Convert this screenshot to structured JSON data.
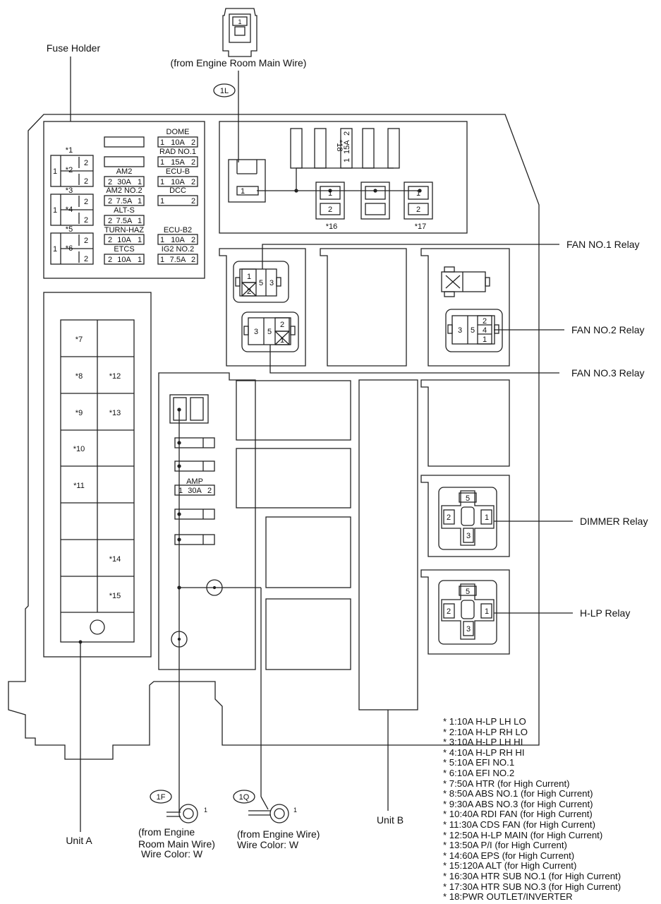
{
  "top_connector": {
    "pin": "1",
    "caption": "(from Engine Room Main Wire)",
    "tag": "1L"
  },
  "labels": {
    "fuse_holder": "Fuse Holder",
    "fan1": "FAN NO.1 Relay",
    "fan2": "FAN NO.2 Relay",
    "fan3": "FAN NO.3 Relay",
    "dimmer": "DIMMER Relay",
    "hlp": "H-LP Relay",
    "unit_a": "Unit A",
    "unit_b": "Unit B"
  },
  "fuse_holder": {
    "group_pins": [
      "1",
      "1",
      "1"
    ],
    "group_rows": [
      {
        "star": "*1",
        "pin": "2"
      },
      {
        "star": "*2",
        "pin": "2"
      },
      {
        "star": "*3",
        "pin": "2"
      },
      {
        "star": "*4",
        "pin": "2"
      },
      {
        "star": "*5",
        "pin": "2"
      },
      {
        "star": "*6",
        "pin": "2"
      }
    ],
    "mid_fuses": [
      {
        "name": "AM2",
        "p1": "2",
        "amp": "30A",
        "p2": "1"
      },
      {
        "name": "AM2 NO.2",
        "p1": "2",
        "amp": "7.5A",
        "p2": "1"
      },
      {
        "name": "ALT-S",
        "p1": "2",
        "amp": "7.5A",
        "p2": "1"
      },
      {
        "name": "TURN-HAZ",
        "p1": "2",
        "amp": "10A",
        "p2": "1"
      },
      {
        "name": "ETCS",
        "p1": "2",
        "amp": "10A",
        "p2": "1"
      }
    ],
    "right_fuses": [
      {
        "name": "DOME",
        "p1": "1",
        "amp": "10A",
        "p2": "2"
      },
      {
        "name": "RAD NO.1",
        "p1": "1",
        "amp": "15A",
        "p2": "2"
      },
      {
        "name": "ECU-B",
        "p1": "1",
        "amp": "10A",
        "p2": "2"
      },
      {
        "name": "DCC",
        "p1": "1",
        "amp": "",
        "p2": "2"
      },
      {
        "name": "ECU-B2",
        "p1": "1",
        "amp": "10A",
        "p2": "2"
      },
      {
        "name": "IG2 NO.2",
        "p1": "1",
        "amp": "7.5A",
        "p2": "2"
      }
    ]
  },
  "relay_block": {
    "fuse18": {
      "star": "*18",
      "p1": "1",
      "amp": "15A",
      "p2": "2"
    },
    "pin_box": "1",
    "relay16": {
      "star": "*16",
      "top": "1",
      "bottom": "2"
    },
    "relay17": {
      "star": "*17",
      "top": "1",
      "bottom": "2"
    }
  },
  "relay_pins": {
    "fan1": [
      "1",
      "2",
      "5",
      "3"
    ],
    "fan3": [
      "3",
      "5",
      "2",
      "1"
    ],
    "fan2": [
      "3",
      "5",
      "2",
      "4",
      "1"
    ],
    "dimmer": [
      "5",
      "2",
      "1",
      "3"
    ],
    "hlp": [
      "5",
      "2",
      "1",
      "3"
    ]
  },
  "unit_a": {
    "left": [
      "*7",
      "*8",
      "*9",
      "*10",
      "*11"
    ],
    "right": [
      "*12",
      "*13",
      "*14",
      "*15"
    ]
  },
  "amp": {
    "name": "AMP",
    "p1": "1",
    "amp": "30A",
    "p2": "2"
  },
  "wires": {
    "f": {
      "tag": "1F",
      "pin": "1",
      "caption": [
        "(from Engine",
        "Room Main Wire)",
        "Wire Color: W"
      ]
    },
    "q": {
      "tag": "1Q",
      "pin": "1",
      "caption": [
        "(from Engine Wire)",
        "Wire Color: W"
      ]
    }
  },
  "legend": [
    "* 1:10A H-LP LH LO",
    "* 2:10A H-LP RH LO",
    "* 3:10A H-LP LH HI",
    "* 4:10A H-LP RH HI",
    "* 5:10A EFI NO.1",
    "* 6:10A EFI NO.2",
    "* 7:50A HTR (for High Current)",
    "* 8:50A ABS NO.1 (for High Current)",
    "* 9:30A ABS NO.3 (for High Current)",
    "* 10:40A RDI FAN (for High Current)",
    "* 11:30A CDS FAN (for High Current)",
    "* 12:50A H-LP MAIN (for High Current)",
    "* 13:50A P/I (for High Current)",
    "* 14:60A EPS (for High Current)",
    "* 15:120A ALT (for High Current)",
    "* 16:30A HTR SUB NO.1 (for High Current)",
    "* 17:30A HTR SUB NO.3 (for High Current)",
    "* 18:PWR OUTLET/INVERTER"
  ]
}
